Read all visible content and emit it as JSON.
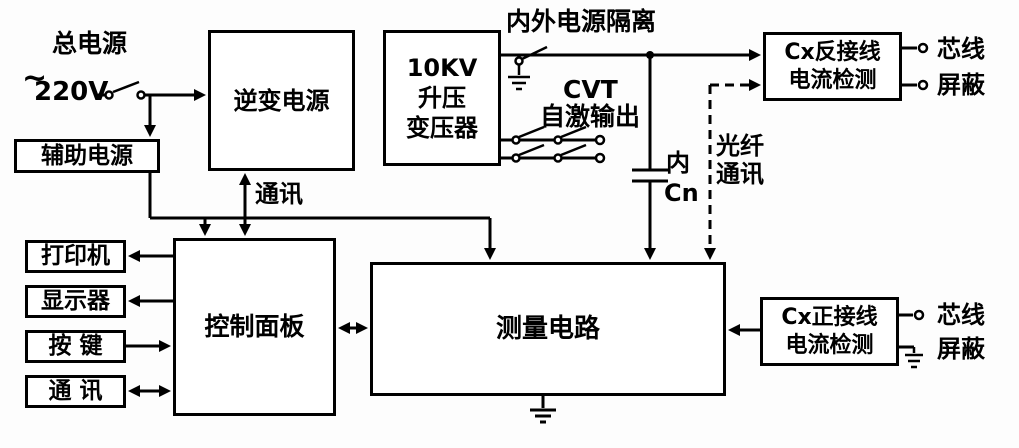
{
  "boxes": {
    "inverter": {
      "label": "逆变电源"
    },
    "transformer": {
      "line1": "10KV",
      "line2": "升压",
      "line3": "变压器"
    },
    "aux_power": {
      "label": "辅助电源"
    },
    "printer": {
      "label": "打印机"
    },
    "display": {
      "label": "显示器"
    },
    "keys": {
      "label": "按  键"
    },
    "comm": {
      "label": "通  讯"
    },
    "control_panel": {
      "label": "控制面板"
    },
    "measure": {
      "label": "测量电路"
    },
    "cx_reverse": {
      "line1": "Cx反接线",
      "line2": "电流检测"
    },
    "cx_forward": {
      "line1": "Cx正接线",
      "line2": "电流检测"
    }
  },
  "labels": {
    "main_power": "总电源",
    "voltage_tilde": "~",
    "voltage_value": "220V",
    "isolation": "内外电源隔离",
    "cvt": "CVT",
    "self_excite": "自激输出",
    "comm_bus": "通讯",
    "cn_line1": "内",
    "cn_line2": "Cn",
    "fiber_line1": "光纤",
    "fiber_line2": "通讯",
    "reverse_core": "芯线",
    "reverse_shield": "屏蔽",
    "forward_core": "芯线",
    "forward_shield": "屏蔽"
  },
  "colors": {
    "line": "#000000",
    "background": "#ffffff"
  }
}
